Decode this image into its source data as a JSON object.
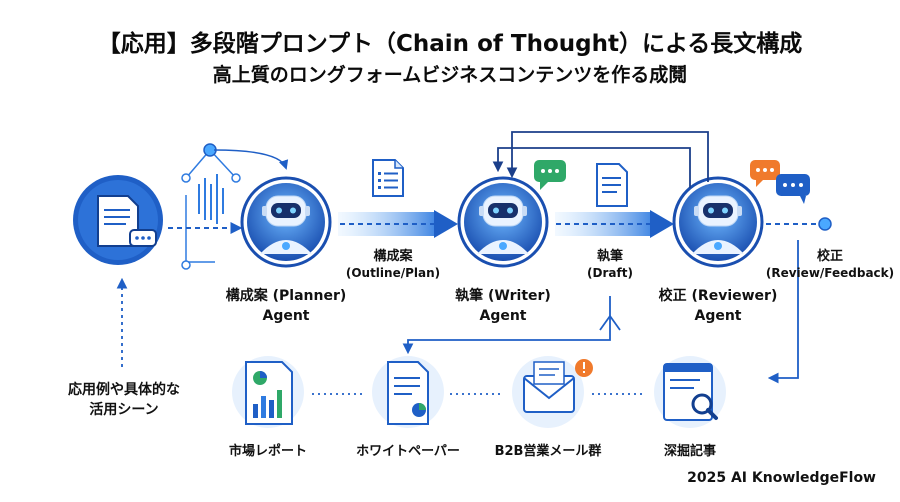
{
  "header": {
    "title": "【応用】多段階プロンプト（Chain of Thought）による長文構成",
    "subtitle": "高上質のロングフォームビジネスコンテンツを作る成鬩"
  },
  "agents": {
    "planner": {
      "name": "構成案 (Planner)",
      "role": "Agent"
    },
    "writer": {
      "name": "執筆 (Writer)",
      "role": "Agent"
    },
    "reviewer": {
      "name": "校正 (Reviewer)",
      "role": "Agent"
    }
  },
  "edges": {
    "outline": {
      "label": "構成案",
      "sub": "(Outline/Plan)"
    },
    "draft": {
      "label": "執筆",
      "sub": "(Draft)"
    },
    "review": {
      "label": "校正",
      "sub": "(Review/Feedback)"
    }
  },
  "use_cases": {
    "title_line1": "応用例や具体的な",
    "title_line2": "活用シーン",
    "items": [
      "市場レポート",
      "ホワイトペーパー",
      "B2B営業メール群",
      "深掘記事"
    ]
  },
  "footer": {
    "credit": "2025 AI KnowledgeFlow"
  },
  "colors": {
    "primary_blue": "#1f5fc6",
    "light_blue": "#4aa8ff",
    "accent_orange": "#f07a2c",
    "accent_green": "#2fa868"
  }
}
